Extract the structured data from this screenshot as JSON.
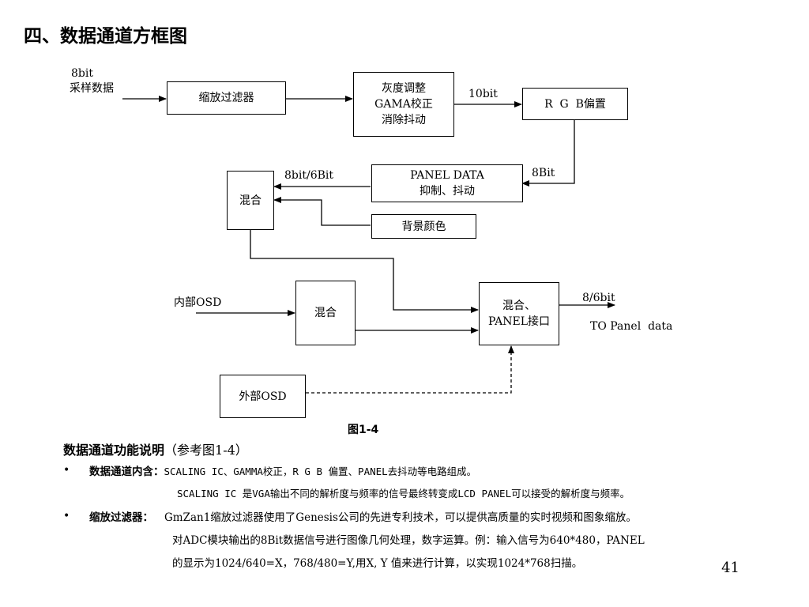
{
  "title": "四、数据通道方框图",
  "diagram": {
    "boxes": {
      "scaling_filter": "缩放过滤器",
      "gamma": [
        "灰度调整",
        "GAMA校正",
        "消除抖动"
      ],
      "rgb_offset": "R  G  B偏置",
      "panel_data": [
        "PANEL DATA",
        "抑制、抖动"
      ],
      "mix1": "混合",
      "background_color": "背景颜色",
      "mix2": "混合",
      "mix_panel": [
        "混合、",
        "PANEL接口"
      ],
      "external_osd": "外部OSD"
    },
    "labels": {
      "input_bits": "8bit",
      "input_name": "采样数据",
      "gamma_to_rgb": "10bit",
      "rgb_to_panel": "8Bit",
      "panel_to_mix": "8bit/6Bit",
      "internal_osd": "内部OSD",
      "output_bits": "8/6bit",
      "output_name": "TO Panel  data"
    },
    "caption": "图1-4"
  },
  "description": {
    "heading_bold": "数据通道功能说明",
    "heading_ref": "（参考图1-4）",
    "bullet": "•",
    "item1_label": "数据通道内含：",
    "item1_text": "SCALING IC、GAMMA校正，R G B 偏置、PANEL去抖动等电路组成。",
    "item1_cont": "SCALING IC 是VGA输出不同的解析度与频率的信号最终转变成LCD PANEL可以接受的解析度与频率。",
    "item2_label": "缩放过滤器：",
    "item2_text": "GmZan1缩放过滤器使用了Genesis公司的先进专利技术，可以提供高质量的实时视频和图象缩放。",
    "item2_cont1": "对ADC模块输出的8Bit数据信号进行图像几何处理，数字运算。例：输入信号为640*480，PANEL",
    "item2_cont2": "的显示为1024/640=X，768/480=Y,用X, Y 值来进行计算，以实现1024*768扫描。"
  },
  "page_number": "41"
}
